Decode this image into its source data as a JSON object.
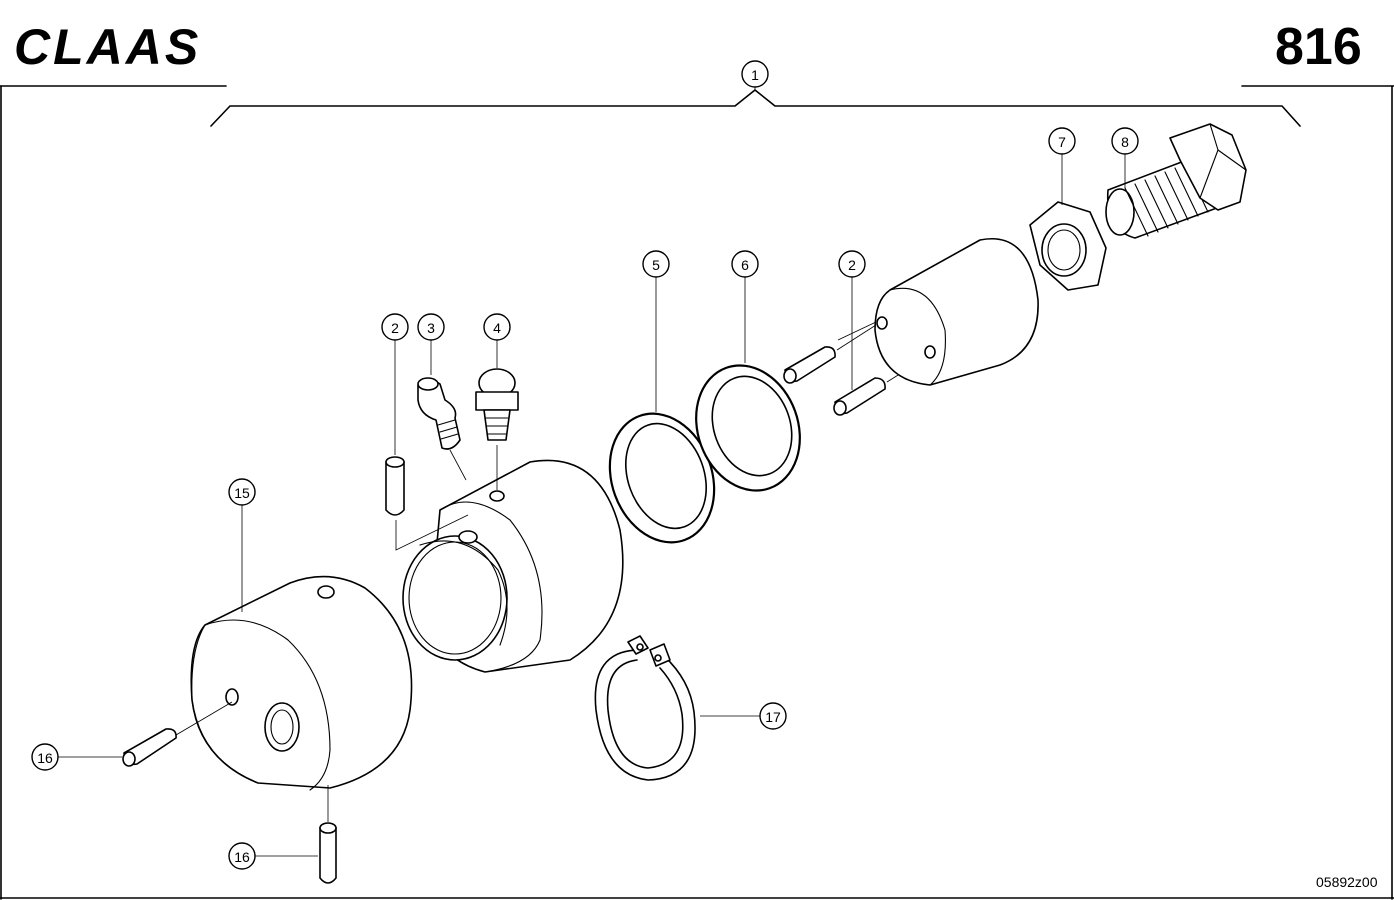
{
  "header": {
    "brand": "CLAAS",
    "page_number": "816"
  },
  "footer": {
    "drawing_number": "05892z00"
  },
  "callouts": [
    "1",
    "2",
    "3",
    "4",
    "5",
    "6",
    "2",
    "7",
    "8",
    "15",
    "16",
    "16",
    "17"
  ]
}
